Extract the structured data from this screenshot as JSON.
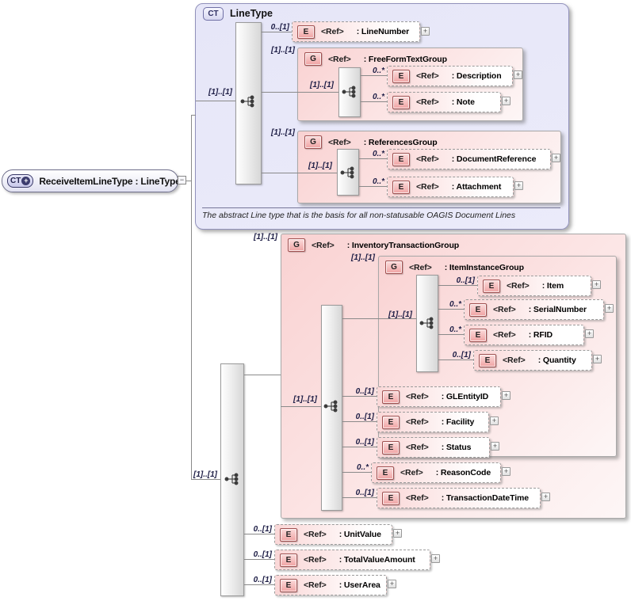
{
  "icons": {
    "plus": "+",
    "collapse_dash": "−"
  },
  "colors": {
    "complextype_fill": "#e7e7f8",
    "group_fill": "#f9d2d2",
    "element_fill": "#fad7d7",
    "badge_border": "#a04f4f",
    "connector": "#8a8a8a"
  },
  "root_node": {
    "badge": "CT",
    "badge_plus": "+",
    "label": "ReceiveItemLineType : LineType"
  },
  "linetype": {
    "badge": "CT",
    "title": "LineType",
    "seq_cardinality": "[1]..[1]",
    "annotation": "The abstract Line type that is the basis for all non-statusable OAGIS Document Lines"
  },
  "extension": {
    "seq_cardinality": "[1]..[1]"
  },
  "groups": {
    "freeformtextgroup": {
      "cardinality": "[1]..[1]",
      "badge": "G",
      "ref": "<Ref>",
      "name": ": FreeFormTextGroup",
      "seq_cardinality": "[1]..[1]"
    },
    "referencesgroup": {
      "cardinality": "[1]..[1]",
      "badge": "G",
      "ref": "<Ref>",
      "name": ": ReferencesGroup",
      "seq_cardinality": "[1]..[1]"
    },
    "inventorytransactiongroup": {
      "cardinality": "[1]..[1]",
      "badge": "G",
      "ref": "<Ref>",
      "name": ": InventoryTransactionGroup",
      "seq_cardinality": "[1]..[1]"
    },
    "iteminstancegroup": {
      "cardinality": "[1]..[1]",
      "badge": "G",
      "ref": "<Ref>",
      "name": ": ItemInstanceGroup",
      "seq_cardinality": "[1]..[1]"
    }
  },
  "elements": {
    "linenumber": {
      "cardinality": "0..[1]",
      "badge": "E",
      "ref": "<Ref>",
      "name": ": LineNumber"
    },
    "description": {
      "cardinality": "0..*",
      "badge": "E",
      "ref": "<Ref>",
      "name": ": Description"
    },
    "note": {
      "cardinality": "0..*",
      "badge": "E",
      "ref": "<Ref>",
      "name": ": Note"
    },
    "documentreference": {
      "cardinality": "0..*",
      "badge": "E",
      "ref": "<Ref>",
      "name": ": DocumentReference"
    },
    "attachment": {
      "cardinality": "0..*",
      "badge": "E",
      "ref": "<Ref>",
      "name": ": Attachment"
    },
    "item": {
      "cardinality": "0..[1]",
      "badge": "E",
      "ref": "<Ref>",
      "name": ": Item"
    },
    "serialnumber": {
      "cardinality": "0..*",
      "badge": "E",
      "ref": "<Ref>",
      "name": ": SerialNumber"
    },
    "rfid": {
      "cardinality": "0..*",
      "badge": "E",
      "ref": "<Ref>",
      "name": ": RFID"
    },
    "quantity": {
      "cardinality": "0..[1]",
      "badge": "E",
      "ref": "<Ref>",
      "name": ": Quantity"
    },
    "glentityid": {
      "cardinality": "0..[1]",
      "badge": "E",
      "ref": "<Ref>",
      "name": ": GLEntityID"
    },
    "facility": {
      "cardinality": "0..[1]",
      "badge": "E",
      "ref": "<Ref>",
      "name": ": Facility"
    },
    "status": {
      "cardinality": "0..[1]",
      "badge": "E",
      "ref": "<Ref>",
      "name": ": Status"
    },
    "reasoncode": {
      "cardinality": "0..*",
      "badge": "E",
      "ref": "<Ref>",
      "name": ": ReasonCode"
    },
    "transactiondatetime": {
      "cardinality": "0..[1]",
      "badge": "E",
      "ref": "<Ref>",
      "name": ": TransactionDateTime"
    },
    "unitvalue": {
      "cardinality": "0..[1]",
      "badge": "E",
      "ref": "<Ref>",
      "name": ": UnitValue"
    },
    "totalvalueamount": {
      "cardinality": "0..[1]",
      "badge": "E",
      "ref": "<Ref>",
      "name": ": TotalValueAmount"
    },
    "userarea": {
      "cardinality": "0..[1]",
      "badge": "E",
      "ref": "<Ref>",
      "name": ": UserArea"
    }
  }
}
